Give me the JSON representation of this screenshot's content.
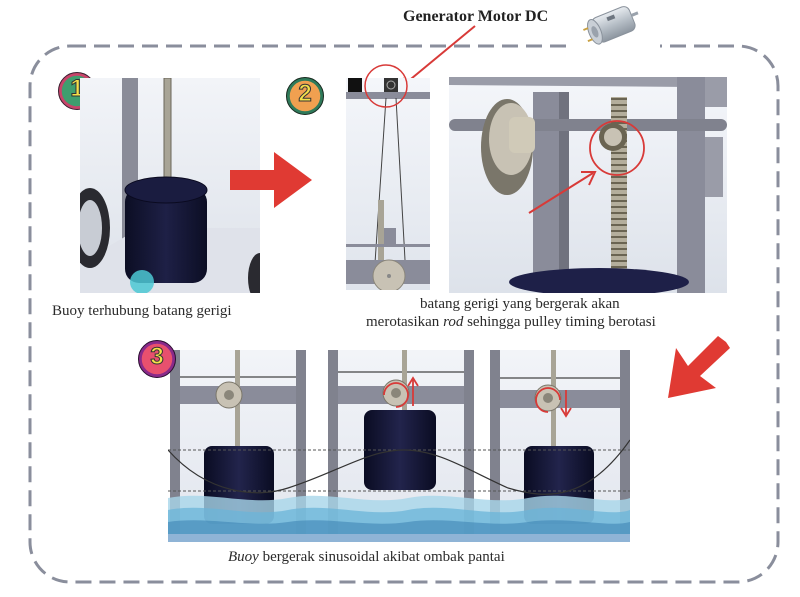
{
  "header": {
    "title": "Generator Motor DC",
    "motor_icon": "dc-motor-icon"
  },
  "steps": [
    {
      "number": "1",
      "caption": "Buoy terhubung batang gerigi",
      "badge_fill": "#3f9e6e",
      "badge_ring": "#c8446a"
    },
    {
      "number": "2",
      "caption_line1": "batang gerigi yang bergerak akan",
      "caption_line2_pre": "merotasikan ",
      "caption_line2_em": "rod",
      "caption_line2_post": " sehingga pulley timing berotasi",
      "badge_fill": "#f0a050",
      "badge_ring": "#2e7a5a"
    },
    {
      "number": "3",
      "caption_em": "Buoy",
      "caption_post": " bergerak sinusoidal akibat ombak pantai",
      "badge_fill": "#e8506e",
      "badge_ring": "#8a2a8a"
    }
  ],
  "colors": {
    "accent_arrow": "#e03a33",
    "frame_dash": "#8a8e9c",
    "buoy": "#12142e",
    "frame_metal": "#80828e",
    "water_light": "#a8d6ea",
    "water_mid": "#6bb4d8",
    "water_dark": "#3f86b5",
    "badge_digit": "#f4e04a"
  }
}
